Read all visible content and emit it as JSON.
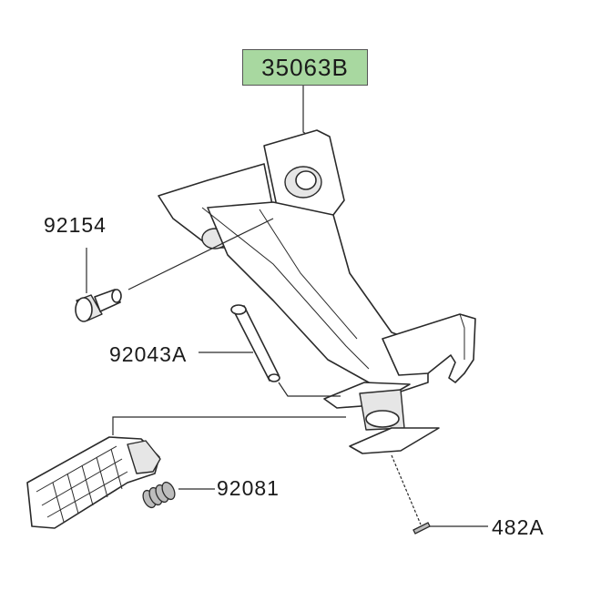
{
  "diagram": {
    "highlight_color": "#a8d8a0",
    "callouts": {
      "bracket": "35063B",
      "bolt": "92154",
      "pin": "92043A",
      "spring": "92081",
      "cotter_pin": "482A"
    }
  }
}
